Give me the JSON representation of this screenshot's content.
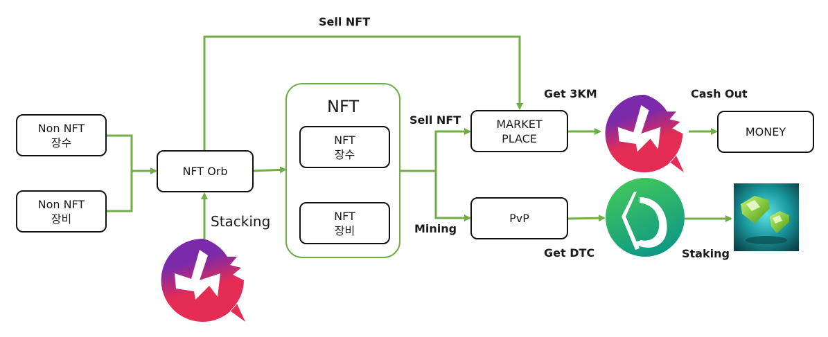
{
  "colors": {
    "connector": "#70ad47",
    "box_border": "#111111",
    "logo_purple": "#7b2aaa",
    "logo_red": "#e42c55",
    "dtc_green_light": "#3ec15a",
    "dtc_green_dark": "#0f9a82"
  },
  "nodes": {
    "non_nft_general": "Non NFT\n장수",
    "non_nft_equipment": "Non NFT\n장비",
    "nft_orb": "NFT Orb",
    "nft_group_title": "NFT",
    "nft_general": "NFT\n장수",
    "nft_equipment": "NFT\n장비",
    "marketplace": "MARKET\nPLACE",
    "pvp": "PvP",
    "money": "MONEY"
  },
  "edge_labels": {
    "sell_nft_top": "Sell NFT",
    "stacking": "Stacking",
    "sell_nft": "Sell NFT",
    "mining": "Mining",
    "get_3km": "Get 3KM",
    "cash_out": "Cash Out",
    "get_dtc": "Get DTC",
    "staking": "Staking"
  },
  "icons": {
    "3km_token": "3km-logo-icon",
    "dtc_token": "dtc-logo-icon",
    "gems": "green-gems-icon"
  }
}
